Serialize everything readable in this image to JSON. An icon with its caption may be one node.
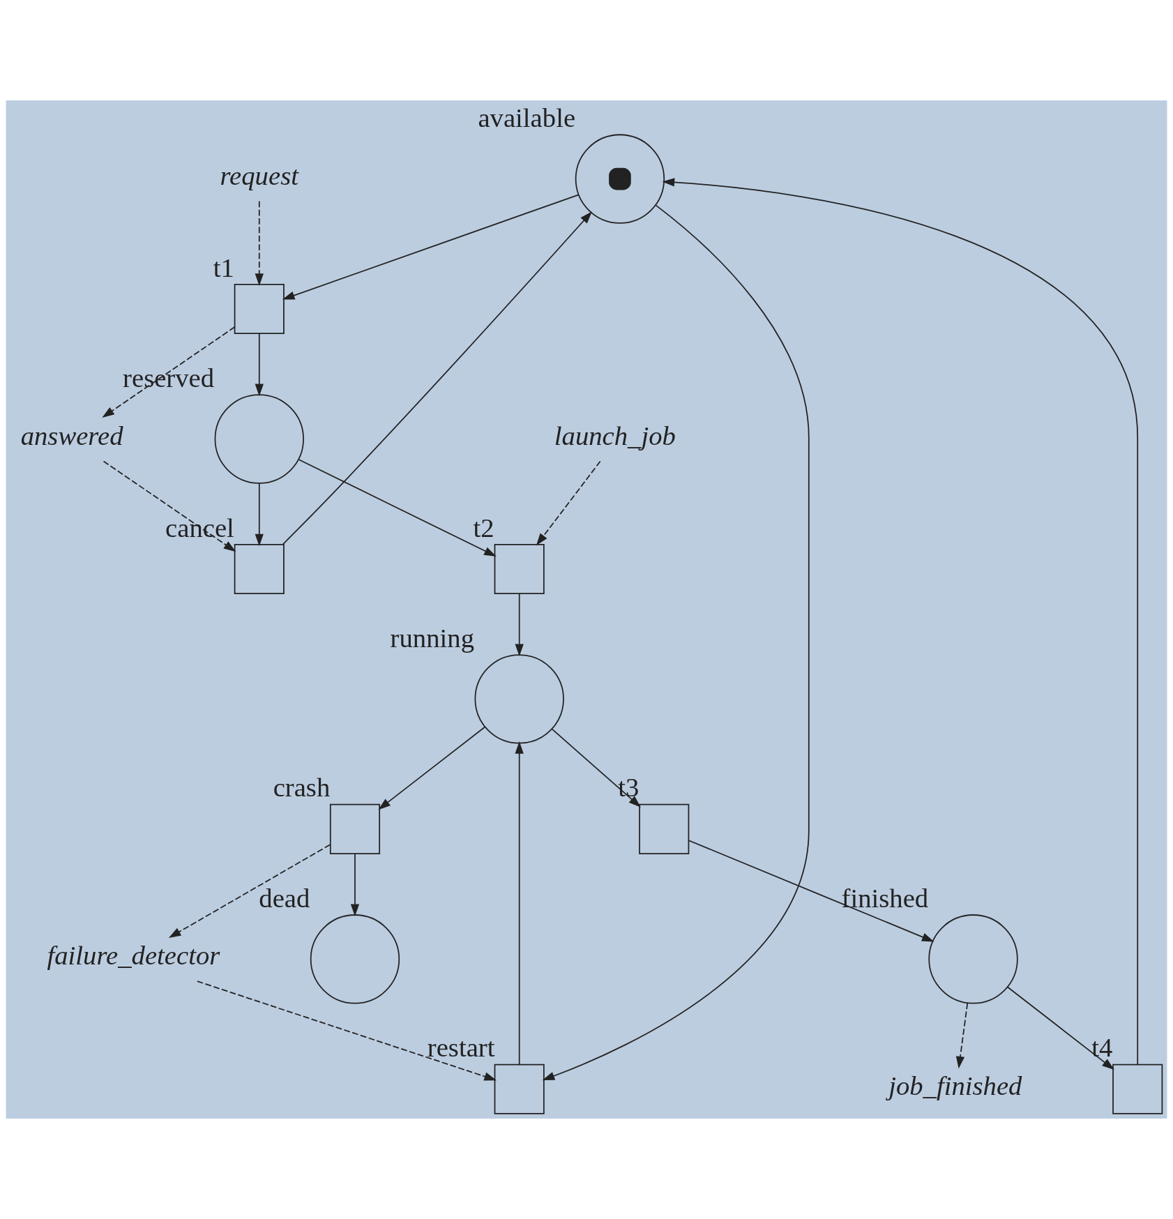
{
  "diagram": {
    "nodes": [
      {
        "text": [],
        "shape": "circle",
        "beside": [
          "available"
        ]
      },
      {
        "text": [
          "request"
        ]
      },
      {
        "text": [
          "answered"
        ]
      },
      {
        "text": [],
        "shape": "box",
        "beside": [
          "t1"
        ]
      },
      {
        "text": [],
        "shape": "circle",
        "beside": [
          "reserved"
        ]
      },
      {
        "text": [],
        "shape": "box",
        "beside": [
          "cancel"
        ]
      },
      {
        "text": [],
        "shape": "box",
        "beside": [
          "restart"
        ]
      },
      {
        "text": [
          "launch_job"
        ]
      },
      {
        "text": [],
        "shape": "box",
        "beside": [
          "t2"
        ]
      },
      {
        "text": [],
        "shape": "circle",
        "beside": [
          "running"
        ]
      },
      {
        "text": [],
        "shape": "box",
        "beside": [
          "t3"
        ]
      },
      {
        "text": [],
        "shape": "box",
        "beside": [
          "crash"
        ]
      },
      {
        "text": [
          "failure_detector"
        ]
      },
      {
        "text": [],
        "shape": "circle",
        "beside": [
          "finished"
        ]
      },
      {
        "text": [],
        "shape": "box",
        "beside": [
          "t4"
        ]
      },
      {
        "text": [],
        "shape": "circle",
        "beside": [
          "dead"
        ]
      },
      {
        "text": [
          "job_finished"
        ]
      }
    ],
    "edges": [
      {
        "from": 0,
        "to": 3,
        "arrow": "to"
      },
      {
        "from": 1,
        "to": 3,
        "arrow": "to",
        "style": "dashed"
      },
      {
        "from": 3,
        "to": 2,
        "arrow": "to",
        "style": "dashed"
      },
      {
        "from": 2,
        "to": 5,
        "arrow": "to",
        "style": "dashed"
      },
      {
        "from": 0,
        "to": 6,
        "arrow": "to"
      },
      {
        "from": 3,
        "to": 4,
        "arrow": "to"
      },
      {
        "from": 4,
        "to": 5,
        "arrow": "to"
      },
      {
        "from": 5,
        "to": 0,
        "arrow": "to"
      },
      {
        "from": 4,
        "to": 8,
        "arrow": "to"
      },
      {
        "from": 7,
        "to": 8,
        "arrow": "to",
        "style": "dashed"
      },
      {
        "from": 6,
        "to": 9,
        "arrow": "to"
      },
      {
        "from": 8,
        "to": 9,
        "arrow": "to"
      },
      {
        "from": 9,
        "to": 10,
        "arrow": "to"
      },
      {
        "from": 9,
        "to": 11,
        "arrow": "to"
      },
      {
        "from": 11,
        "to": 12,
        "arrow": "to",
        "style": "dashed"
      },
      {
        "from": 12,
        "to": 6,
        "arrow": "to",
        "style": "dashed"
      },
      {
        "from": 10,
        "to": 13,
        "arrow": "to"
      },
      {
        "from": 11,
        "to": 15,
        "arrow": "to"
      },
      {
        "from": 13,
        "to": 14,
        "arrow": "to"
      },
      {
        "from": 14,
        "to": 0,
        "arrow": "to"
      },
      {
        "from": 13,
        "to": 16,
        "arrow": "to",
        "style": "dashed"
      }
    ]
  }
}
